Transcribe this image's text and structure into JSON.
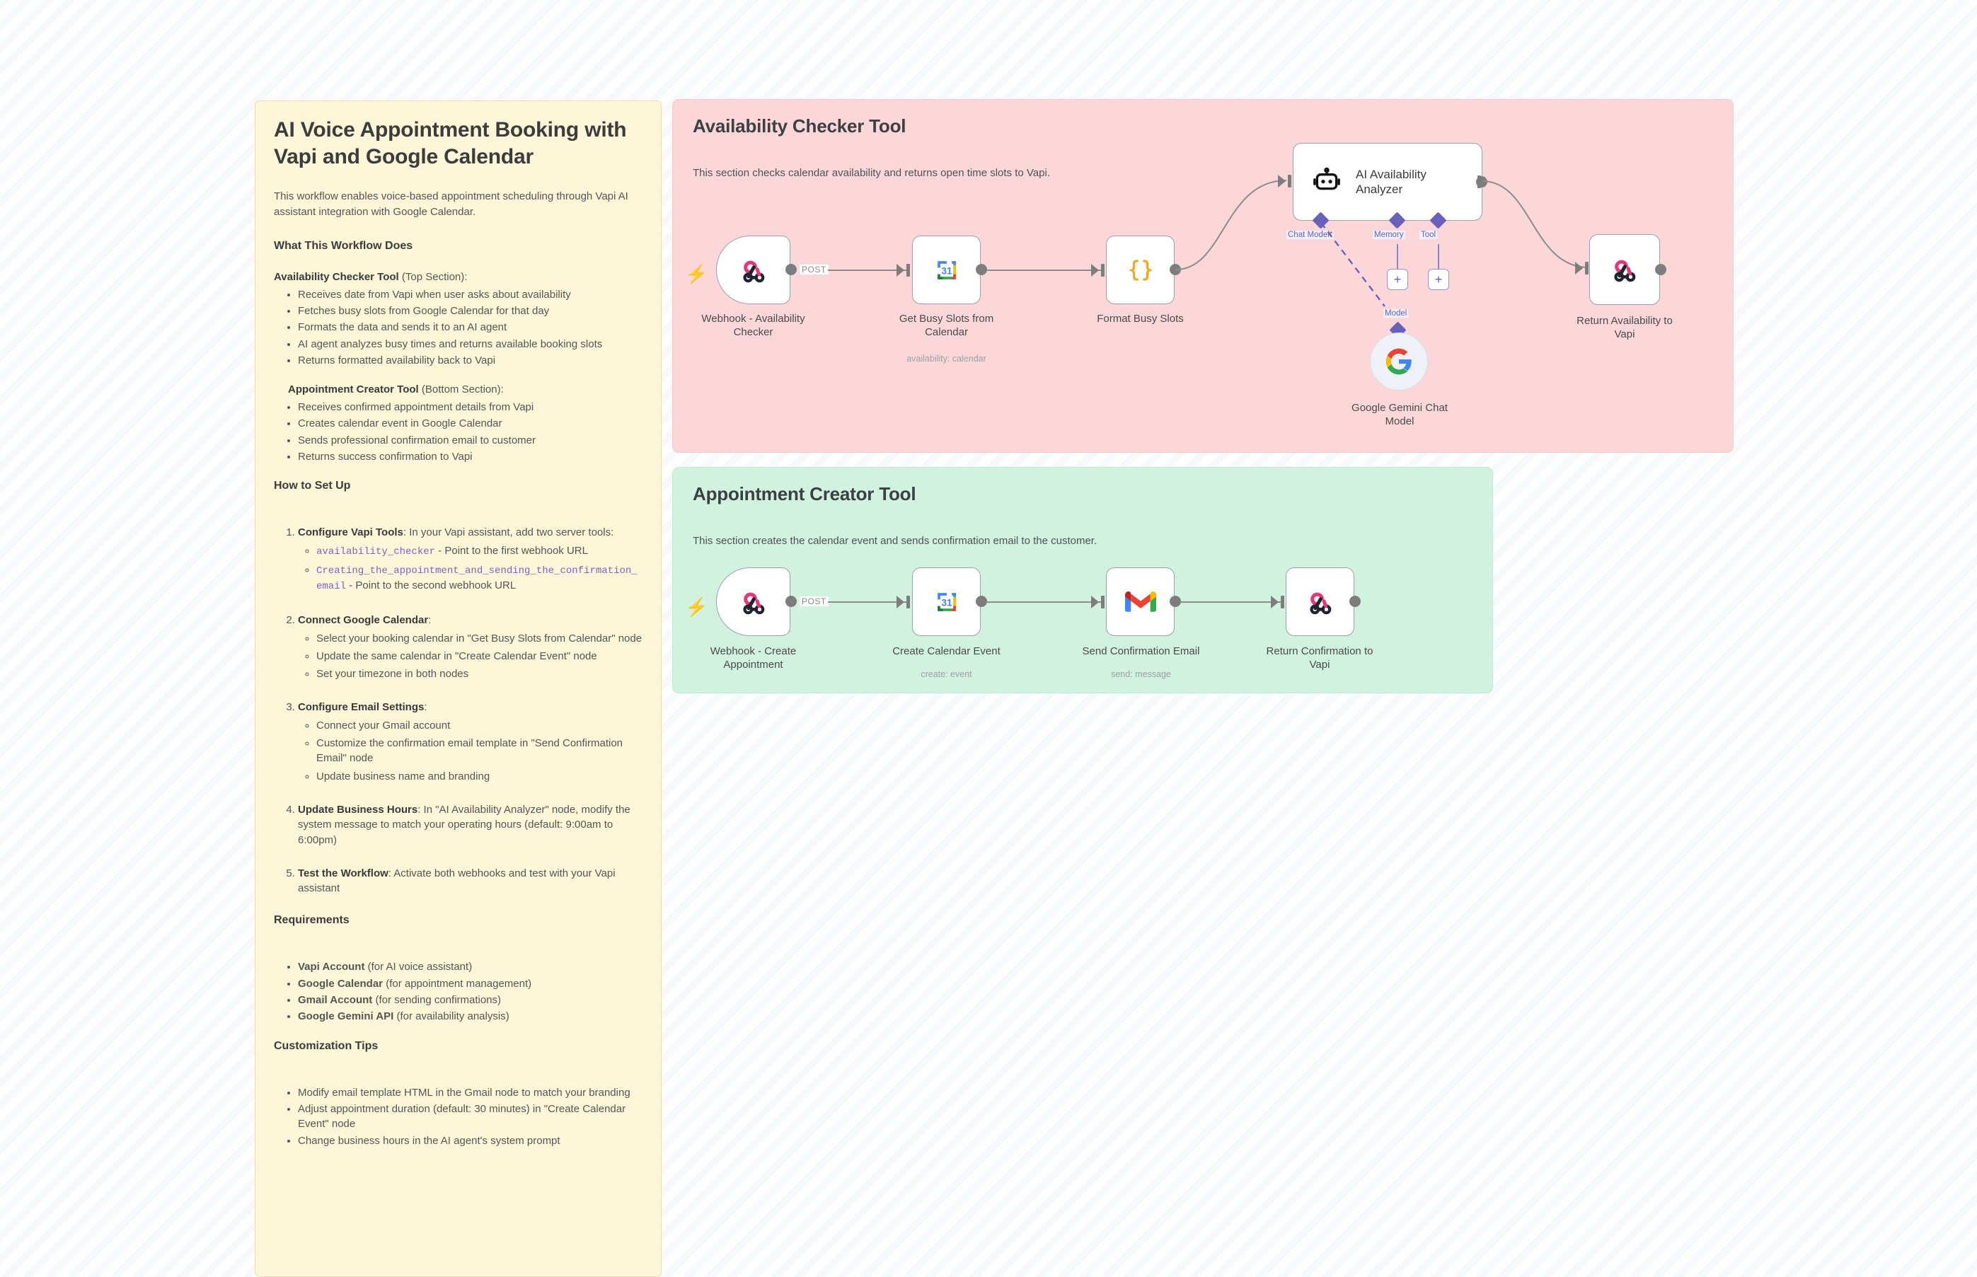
{
  "sticky_note": {
    "title": "AI Voice Appointment Booking with Vapi and Google Calendar",
    "lead": "This workflow enables voice-based appointment scheduling through Vapi AI assistant integration with Google Calendar.",
    "heading_what": "What This Workflow Does",
    "availability_subtitle_bold": "Availability Checker Tool",
    "availability_subtitle_rest": " (Top Section):",
    "availability_bullets": [
      "Receives date from Vapi when user asks about availability",
      "Fetches busy slots from Google Calendar for that day",
      "Formats the data and sends it to an AI agent",
      "AI agent analyzes busy times and returns available booking slots",
      "Returns formatted availability back to Vapi"
    ],
    "appointment_subtitle_bold": "Appointment Creator Tool",
    "appointment_subtitle_rest": " (Bottom Section):",
    "appointment_bullets": [
      "Receives confirmed appointment details from Vapi",
      "Creates calendar event in Google Calendar",
      "Sends professional confirmation email to customer",
      "Returns success confirmation to Vapi"
    ],
    "heading_setup": "How to Set Up",
    "setup_steps": [
      {
        "bold": "Configure Vapi Tools",
        "rest": ": In your Vapi assistant, add two server tools:",
        "sub": [
          {
            "code": "availability_checker",
            "text": " - Point to the first webhook URL"
          },
          {
            "code": "Creating_the_appointment_and_sending_the_confirmation_email",
            "text": " - Point to the second webhook URL"
          }
        ]
      },
      {
        "bold": "Connect Google Calendar",
        "rest": ":",
        "sub": [
          {
            "code": "",
            "text": "Select your booking calendar in \"Get Busy Slots from Calendar\" node"
          },
          {
            "code": "",
            "text": "Update the same calendar in \"Create Calendar Event\" node"
          },
          {
            "code": "",
            "text": "Set your timezone in both nodes"
          }
        ]
      },
      {
        "bold": "Configure Email Settings",
        "rest": ":",
        "sub": [
          {
            "code": "",
            "text": "Connect your Gmail account"
          },
          {
            "code": "",
            "text": "Customize the confirmation email template in \"Send Confirmation Email\" node"
          },
          {
            "code": "",
            "text": "Update business name and branding"
          }
        ]
      },
      {
        "bold": "Update Business Hours",
        "rest": ": In \"AI Availability Analyzer\" node, modify the system message to match your operating hours (default: 9:00am to 6:00pm)",
        "sub": []
      },
      {
        "bold": "Test the Workflow",
        "rest": ": Activate both webhooks and test with your Vapi assistant",
        "sub": []
      }
    ],
    "heading_requirements": "Requirements",
    "requirements": [
      {
        "bold": "Vapi Account",
        "rest": " (for AI voice assistant)"
      },
      {
        "bold": "Google Calendar",
        "rest": " (for appointment management)"
      },
      {
        "bold": "Gmail Account",
        "rest": " (for sending confirmations)"
      },
      {
        "bold": "Google Gemini API",
        "rest": " (for availability analysis)"
      }
    ],
    "heading_tips": "Customization Tips",
    "tips": [
      "Modify email template HTML in the Gmail node to match your branding",
      "Adjust appointment duration (default: 30 minutes) in \"Create Calendar Event\" node",
      "Change business hours in the AI agent's system prompt"
    ]
  },
  "availability_section": {
    "title": "Availability Checker Tool",
    "description": "This section checks calendar availability and returns open time slots to Vapi.",
    "background_color": "#fbd7d9",
    "nodes": {
      "webhook": {
        "label": "Webhook - Availability\nChecker",
        "icon": "webhook-icon",
        "method_label": "POST"
      },
      "calendar": {
        "label": "Get Busy Slots from\nCalendar",
        "sub": "availability: calendar",
        "icon": "google-calendar-icon"
      },
      "code": {
        "label": "Format Busy Slots",
        "icon": "code-braces-icon"
      },
      "agent": {
        "label": "AI Availability\nAnalyzer",
        "icon": "robot-icon"
      },
      "return": {
        "label": "Return Availability to\nVapi",
        "icon": "webhook-icon"
      },
      "model": {
        "label": "Google Gemini Chat\nModel",
        "icon": "google-g-icon"
      }
    },
    "agent_ports": [
      {
        "name": "Chat Model",
        "required": true
      },
      {
        "name": "Memory",
        "required": false
      },
      {
        "name": "Tool",
        "required": false
      }
    ],
    "model_port": "Model"
  },
  "appointment_section": {
    "title": "Appointment Creator Tool",
    "description": "This section creates the calendar event and sends confirmation email to the customer.",
    "background_color": "#d2f2e0",
    "nodes": {
      "webhook": {
        "label": "Webhook - Create\nAppointment",
        "icon": "webhook-icon",
        "method_label": "POST"
      },
      "calendar": {
        "label": "Create Calendar Event",
        "sub": "create: event",
        "icon": "google-calendar-icon"
      },
      "gmail": {
        "label": "Send Confirmation Email",
        "sub": "send: message",
        "icon": "gmail-icon"
      },
      "return": {
        "label": "Return Confirmation to\nVapi",
        "icon": "webhook-icon"
      }
    }
  }
}
